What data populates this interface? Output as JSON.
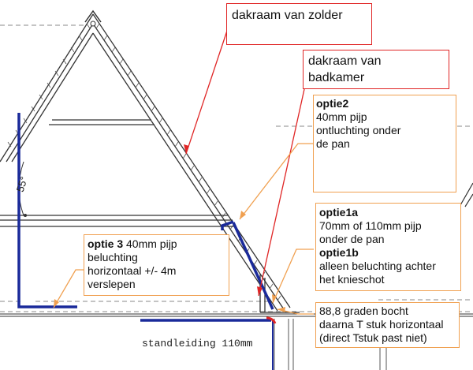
{
  "callouts": {
    "zolder": {
      "text": "dakraam van zolder"
    },
    "badkamer": {
      "lines": [
        "dakraam van",
        "badkamer"
      ]
    },
    "optie2": {
      "title": "optie2",
      "lines": [
        "40mm pijp",
        "ontluchting onder",
        "de pan"
      ]
    },
    "optie1": {
      "title_a": "optie1a",
      "lines_a": [
        "70mm of 110mm pijp",
        "onder de pan"
      ],
      "title_b": "optie1b",
      "lines_b": [
        "alleen beluchting achter",
        "het knieschot"
      ]
    },
    "optie3": {
      "title": "optie 3",
      "first_line_rest": " 40mm pijp",
      "lines": [
        "beluchting",
        "horizontaal +/- 4m",
        "verslepen"
      ]
    },
    "bocht": {
      "lines": [
        "88,8 graden bocht",
        "daarna T stuk horizontaal",
        "(direct Tstuk past niet)"
      ]
    }
  },
  "labels": {
    "standleiding": "standleiding 110mm",
    "angle": "55°"
  },
  "colors": {
    "callout_red": "#e02525",
    "callout_orange": "#f0a050",
    "pipe_blue": "#1a2a9a",
    "elbow_red": "#e02525",
    "structure": "#333333"
  }
}
